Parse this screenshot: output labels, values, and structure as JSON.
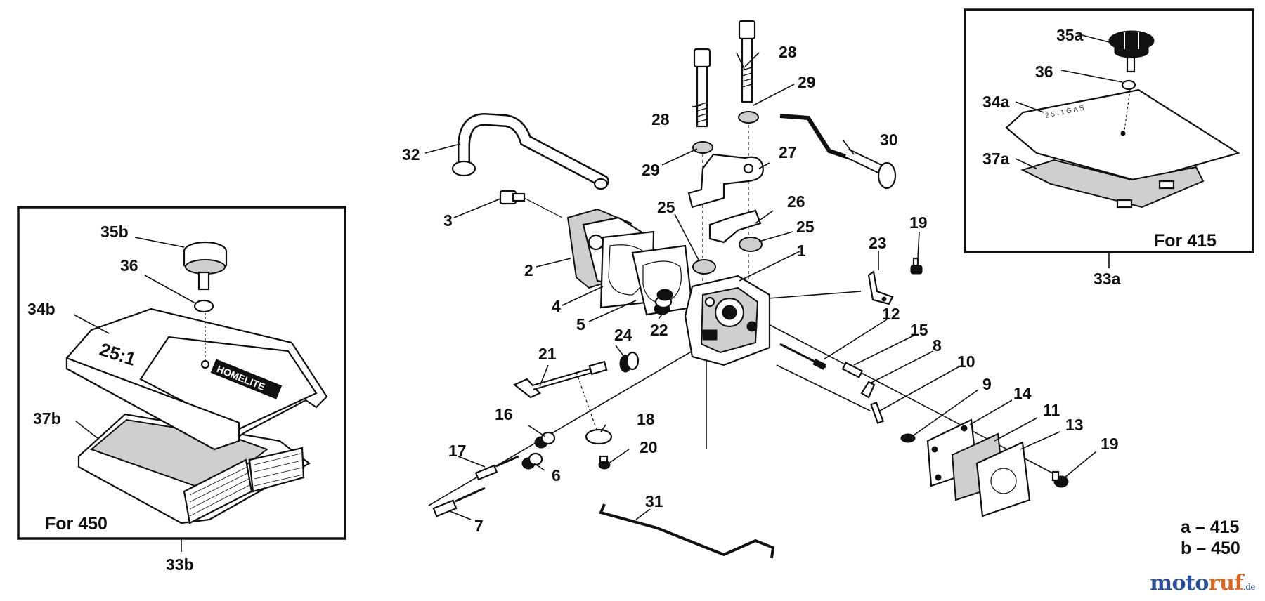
{
  "diagram": {
    "box_a_caption": "For 415",
    "box_a_label": "33a",
    "box_b_caption": "For 450",
    "box_b_label": "33b",
    "legend": [
      "a – 415",
      "b – 450"
    ],
    "labels": {
      "p1": "1",
      "p2": "2",
      "p3": "3",
      "p4": "4",
      "p5": "5",
      "p6": "6",
      "p7": "7",
      "p8": "8",
      "p9": "9",
      "p10": "10",
      "p11": "11",
      "p12": "12",
      "p13": "13",
      "p14": "14",
      "p15": "15",
      "p16": "16",
      "p17": "17",
      "p18": "18",
      "p19a": "19",
      "p19b": "19",
      "p20": "20",
      "p21": "21",
      "p22": "22",
      "p23": "23",
      "p24": "24",
      "p25a": "25",
      "p25b": "25",
      "p26": "26",
      "p27": "27",
      "p28a": "28",
      "p28b": "28",
      "p29a": "29",
      "p29b": "29",
      "p30": "30",
      "p31": "31",
      "p32": "32",
      "p34a": "34a",
      "p35a": "35a",
      "p36a": "36",
      "p37a": "37a",
      "p34b": "34b",
      "p35b": "35b",
      "p36b": "36",
      "p37b": "37b"
    },
    "cover_text": "25:1",
    "cover_brand": "HOMELITE"
  },
  "watermark": {
    "part1": "moto",
    "part2": "ruf",
    "suffix": ".de"
  }
}
